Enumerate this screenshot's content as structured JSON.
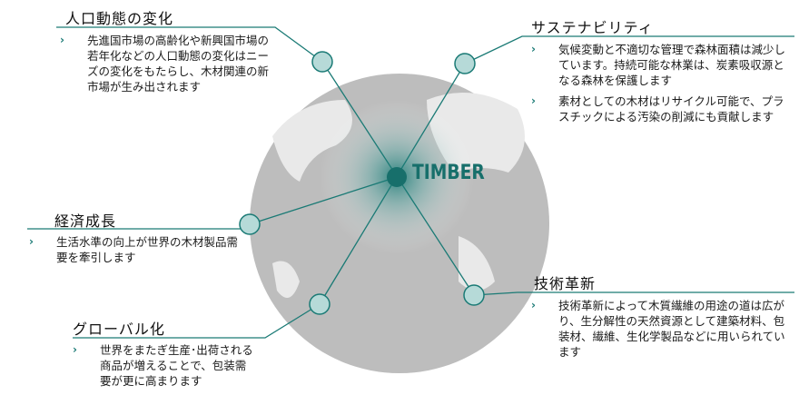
{
  "center_label": "TIMBER",
  "colors": {
    "accent": "#1a7a75",
    "node_fill": "#b6dad8",
    "globe": "#bdbdbd"
  },
  "sections": [
    {
      "title": "人口動態の変化",
      "items": [
        "先進国市場の高齢化や新興国市場の若年化などの人口動態の変化はニーズの変化をもたらし、木材関連の新市場が生み出されます"
      ]
    },
    {
      "title": "サステナビリティ",
      "items": [
        "気候変動と不適切な管理で森林面積は減少しています。持続可能な林業は、炭素吸収源となる森林を保護します",
        "素材としての木材はリサイクル可能で、プラスチックによる汚染の削減にも貢献します"
      ]
    },
    {
      "title": "経済成長",
      "items": [
        "生活水準の向上が世界の木材製品需要を牽引します"
      ]
    },
    {
      "title": "グローバル化",
      "items": [
        "世界をまたぎ生産･出荷される商品が増えることで、包装需要が更に高まります"
      ]
    },
    {
      "title": "技術革新",
      "items": [
        "技術革新によって木質繊維の用途の道は広がり、生分解性の天然資源として建築材料、包装材、繊維、生化学製品などに用いられています"
      ]
    }
  ]
}
